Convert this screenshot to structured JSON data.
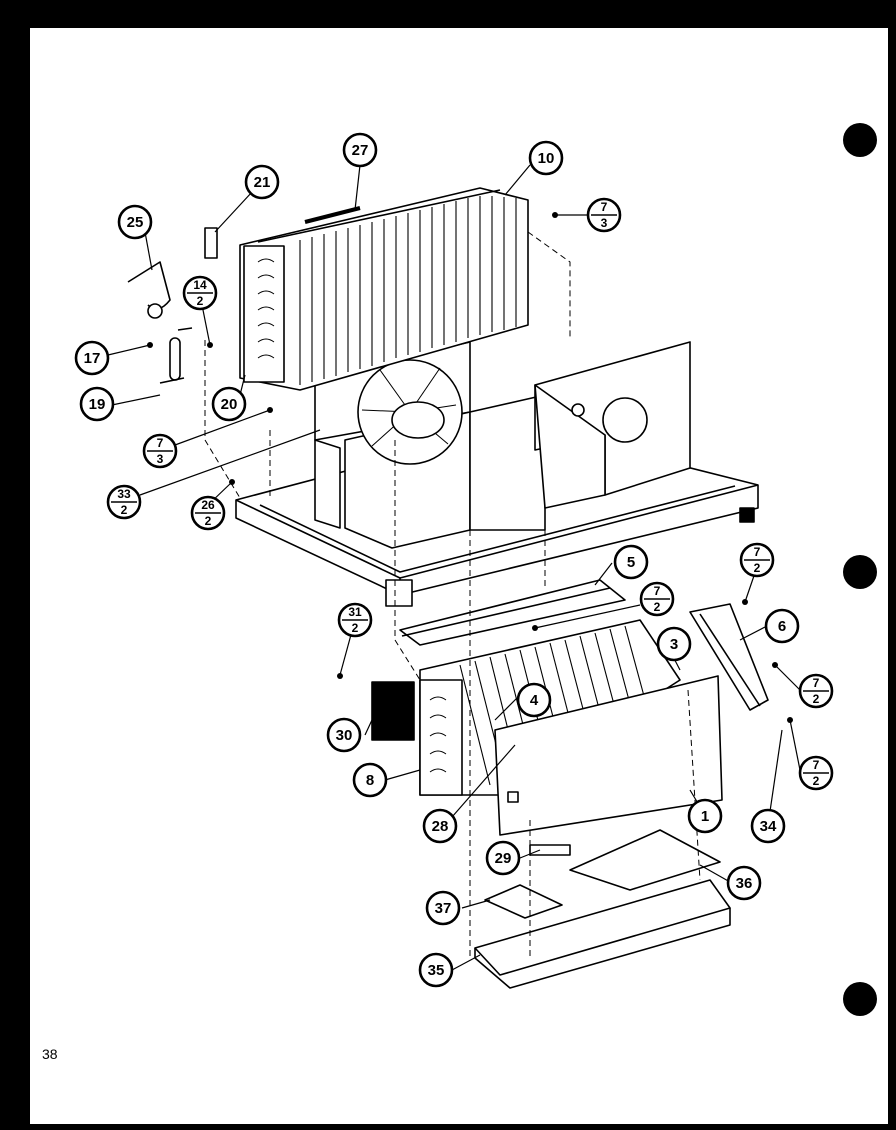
{
  "page_number": "38",
  "callouts": [
    {
      "id": "c27",
      "label": "27"
    },
    {
      "id": "c10",
      "label": "10"
    },
    {
      "id": "c21",
      "label": "21"
    },
    {
      "id": "c25",
      "label": "25"
    },
    {
      "id": "c17",
      "label": "17"
    },
    {
      "id": "c19",
      "label": "19"
    },
    {
      "id": "c20",
      "label": "20"
    },
    {
      "id": "c5",
      "label": "5"
    },
    {
      "id": "c6",
      "label": "6"
    },
    {
      "id": "c3",
      "label": "3"
    },
    {
      "id": "c4",
      "label": "4"
    },
    {
      "id": "c30",
      "label": "30"
    },
    {
      "id": "c8",
      "label": "8"
    },
    {
      "id": "c28",
      "label": "28"
    },
    {
      "id": "c1",
      "label": "1"
    },
    {
      "id": "c34",
      "label": "34"
    },
    {
      "id": "c29",
      "label": "29"
    },
    {
      "id": "c36",
      "label": "36"
    },
    {
      "id": "c37",
      "label": "37"
    },
    {
      "id": "c35",
      "label": "35"
    }
  ],
  "fraction_callouts": [
    {
      "id": "f7_3a",
      "top": "7",
      "bottom": "3"
    },
    {
      "id": "f14_2",
      "top": "14",
      "bottom": "2"
    },
    {
      "id": "f7_3b",
      "top": "7",
      "bottom": "3"
    },
    {
      "id": "f33_2",
      "top": "33",
      "bottom": "2"
    },
    {
      "id": "f26_2",
      "top": "26",
      "bottom": "2"
    },
    {
      "id": "f7_2a",
      "top": "7",
      "bottom": "2"
    },
    {
      "id": "f7_2b",
      "top": "7",
      "bottom": "2"
    },
    {
      "id": "f31_2",
      "top": "31",
      "bottom": "2"
    },
    {
      "id": "f7_2c",
      "top": "7",
      "bottom": "2"
    },
    {
      "id": "f7_2d",
      "top": "7",
      "bottom": "2"
    }
  ]
}
